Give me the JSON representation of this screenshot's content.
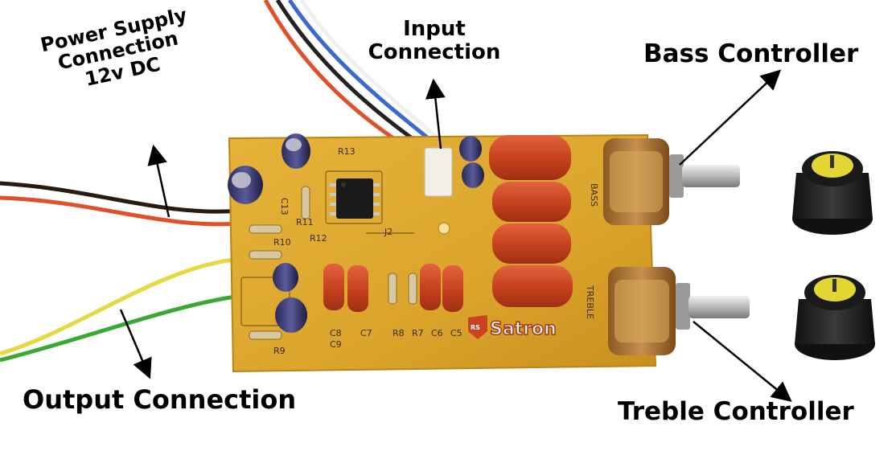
{
  "labels": {
    "power": [
      "Power Supply",
      "Connection",
      "12v DC"
    ],
    "input": [
      "Input",
      "Connection"
    ],
    "bass": "Bass Controller",
    "treble": "Treble Controller",
    "output": "Output Connection"
  },
  "board_markings": [
    "R13",
    "C13",
    "R11",
    "R12",
    "R10",
    "J2",
    "BASS",
    "TREBLE",
    "C8",
    "C9",
    "C7",
    "R8",
    "R7",
    "C6",
    "C5",
    "R9",
    "RS",
    "Satron"
  ],
  "colors": {
    "pcb": "#dba52c",
    "film_capacitor": "#c8431f",
    "knob_cap": "#e3d632",
    "wire_red": "#e0502a",
    "wire_yellow": "#e6d840",
    "wire_green": "#3aa832"
  }
}
